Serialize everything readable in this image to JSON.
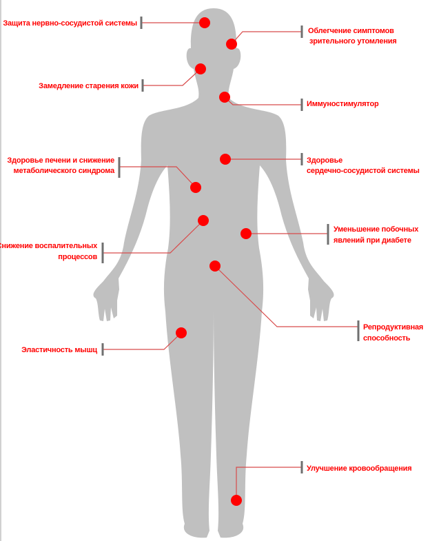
{
  "colors": {
    "body": "#c0c0c0",
    "accent": "#ff0000",
    "leader": "#d84a4a",
    "bar": "#6f6f6f"
  },
  "labels": {
    "nervous": [
      "Защита нервно-сосудистой системы"
    ],
    "eyes": [
      "Облегчение симптомов",
      "зрительного утомления"
    ],
    "skin": [
      "Замедление старения кожи"
    ],
    "immune": [
      "Иммуностимулятор"
    ],
    "heart": [
      "Здоровье",
      "сердечно-сосудистой системы"
    ],
    "liver": [
      "Здоровье печени и снижение",
      "метаболического синдрома"
    ],
    "inflammation": [
      "Снижение воспалительных",
      "процессов"
    ],
    "diabetes": [
      "Уменьшение побочных",
      "явлений при диабете"
    ],
    "reproductive": [
      "Репродуктивная",
      "способность"
    ],
    "muscle": [
      "Эластичность мышц"
    ],
    "circulation": [
      "Улучшение кровообращения"
    ]
  }
}
